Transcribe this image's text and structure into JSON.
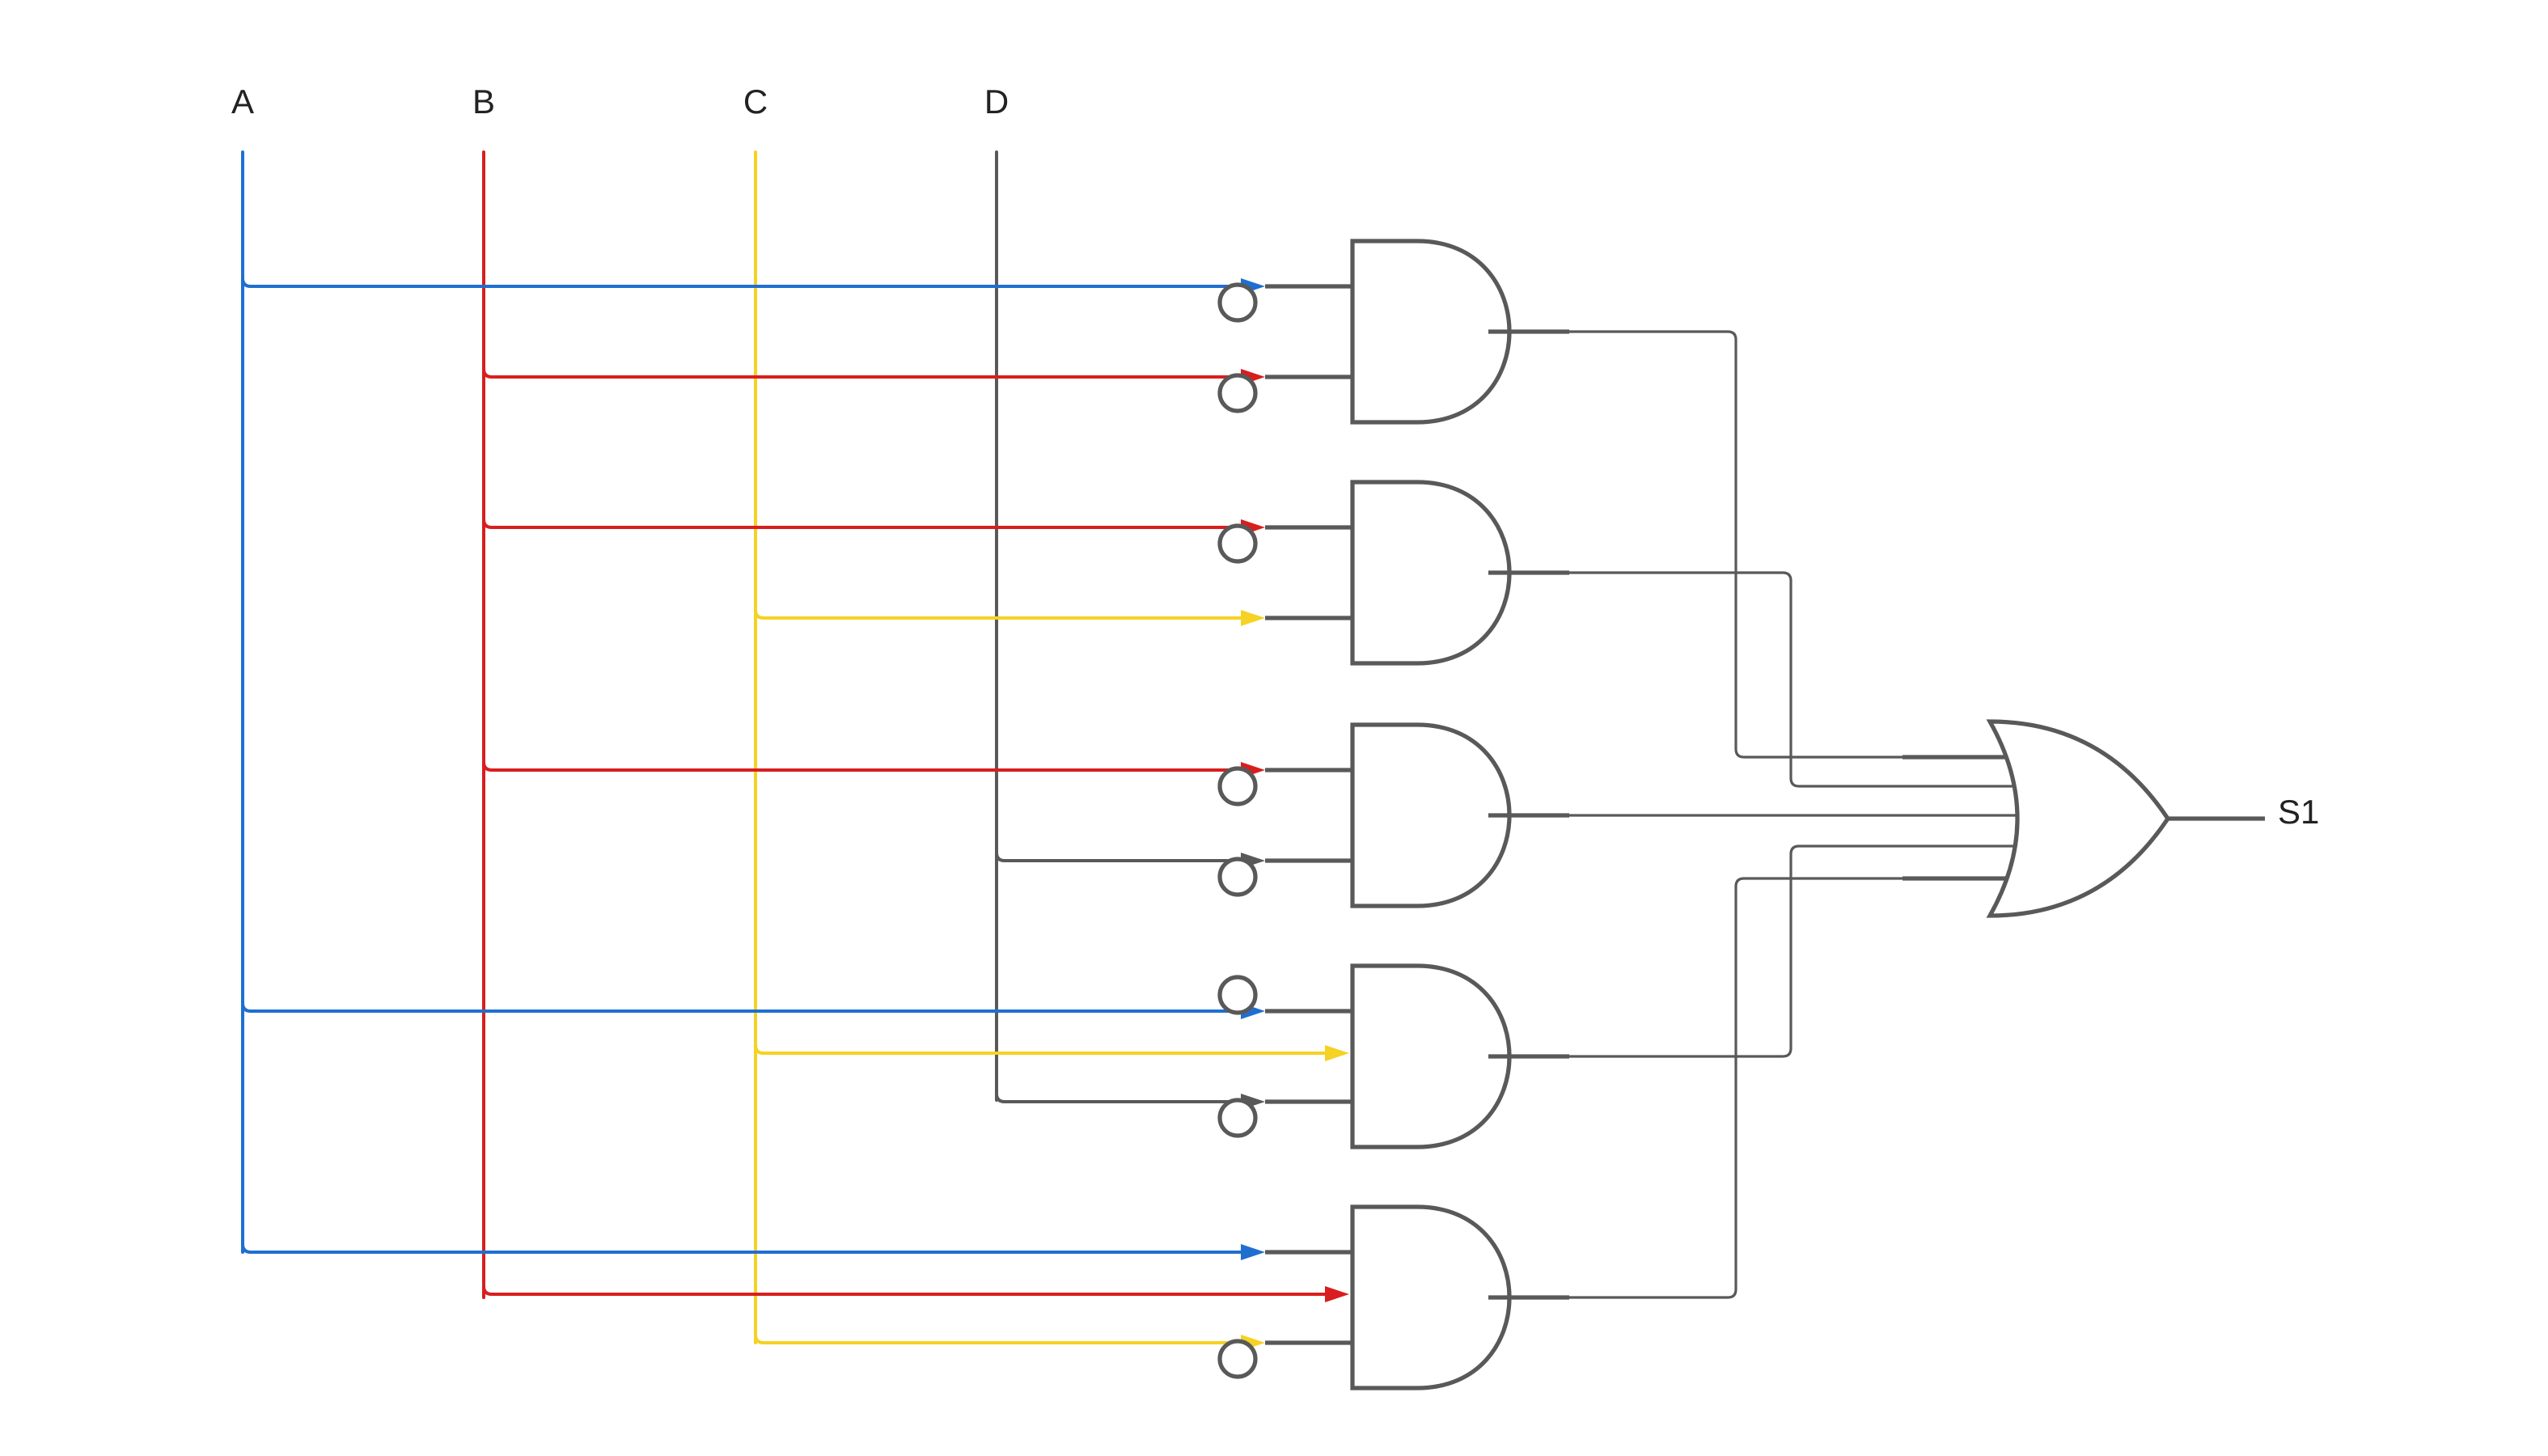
{
  "inputs": [
    {
      "label": "A",
      "color": "#1f6fd1"
    },
    {
      "label": "B",
      "color": "#d81e1e"
    },
    {
      "label": "C",
      "color": "#f5d223"
    },
    {
      "label": "D",
      "color": "#595959"
    }
  ],
  "output": {
    "label": "S1"
  },
  "gates": [
    {
      "type": "AND",
      "inputs": [
        {
          "signal": "A",
          "inverted": true
        },
        {
          "signal": "B",
          "inverted": true
        }
      ]
    },
    {
      "type": "AND",
      "inputs": [
        {
          "signal": "B",
          "inverted": true
        },
        {
          "signal": "C",
          "inverted": false
        }
      ]
    },
    {
      "type": "AND",
      "inputs": [
        {
          "signal": "B",
          "inverted": true
        },
        {
          "signal": "D",
          "inverted": true
        }
      ]
    },
    {
      "type": "AND",
      "inputs": [
        {
          "signal": "A",
          "inverted": true
        },
        {
          "signal": "C",
          "inverted": false
        },
        {
          "signal": "D",
          "inverted": true
        }
      ]
    },
    {
      "type": "AND",
      "inputs": [
        {
          "signal": "A",
          "inverted": false
        },
        {
          "signal": "B",
          "inverted": false
        },
        {
          "signal": "C",
          "inverted": true
        }
      ]
    }
  ],
  "final_gate": {
    "type": "OR",
    "output": "S1"
  }
}
